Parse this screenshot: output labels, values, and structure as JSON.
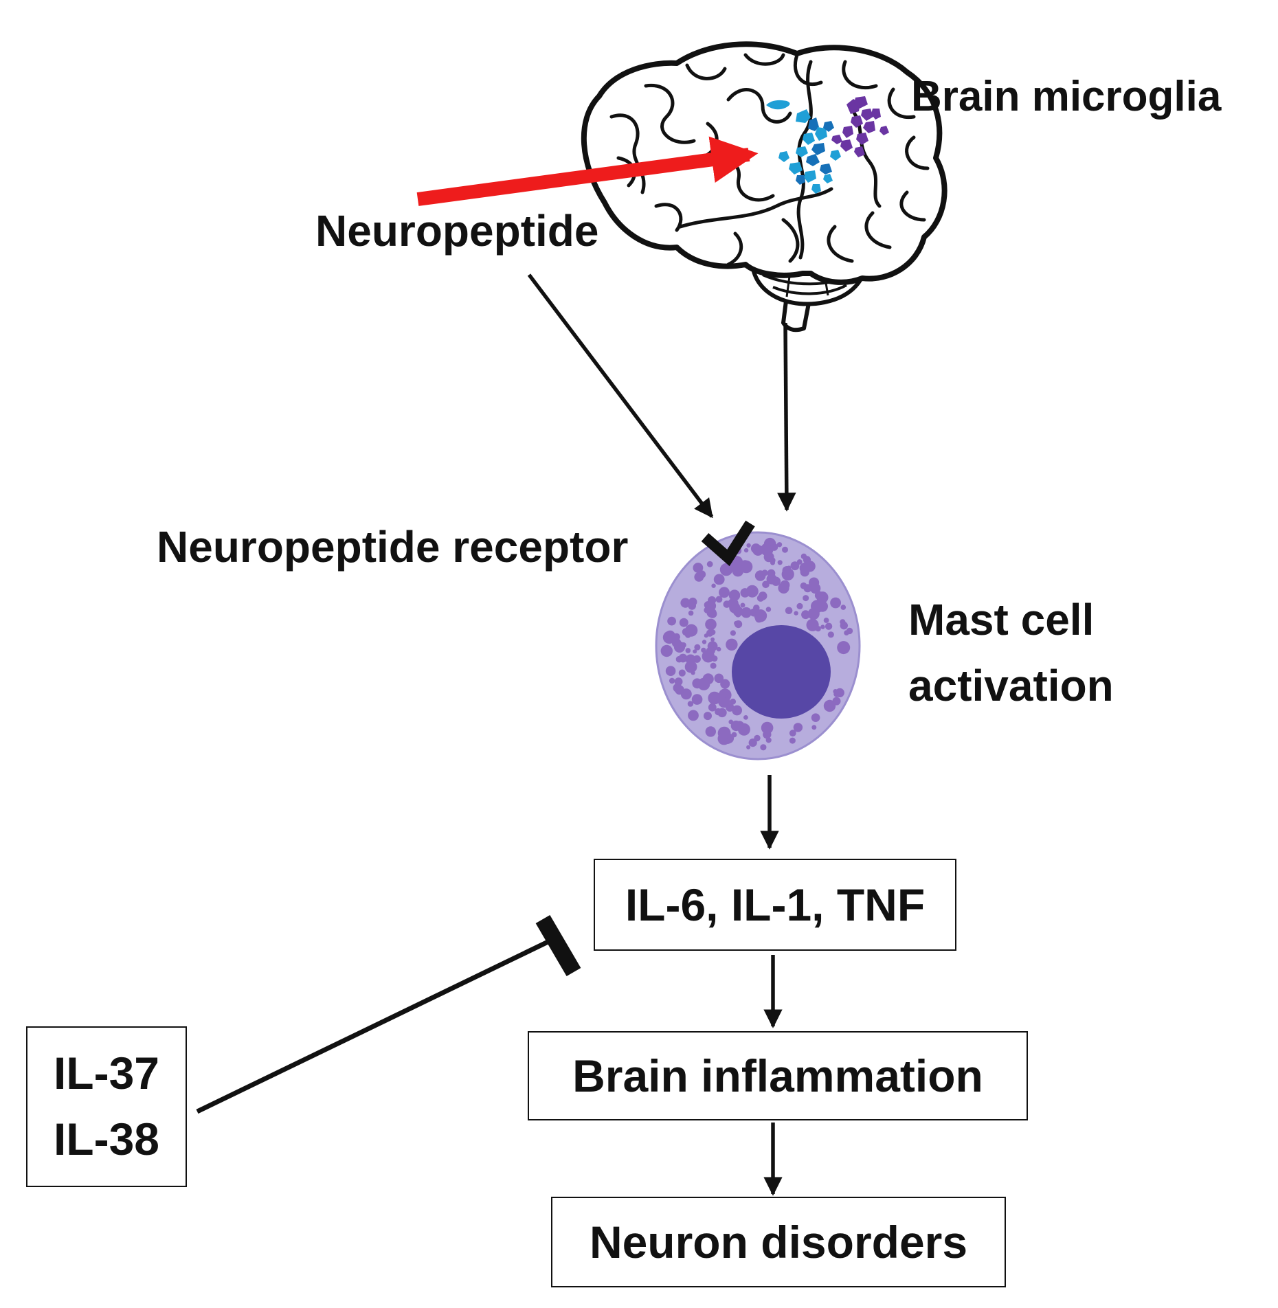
{
  "labels": {
    "brain_microglia": "Brain microglia",
    "neuropeptide": "Neuropeptide",
    "neuropeptide_receptor": "Neuropeptide receptor",
    "mast_cell_line1": "Mast cell",
    "mast_cell_line2": "activation"
  },
  "boxes": {
    "cytokines": "IL-6, IL-1, TNF",
    "brain_inflammation": "Brain inflammation",
    "neuron_disorders": "Neuron disorders",
    "inhibitors": [
      "IL-37",
      "IL-38"
    ]
  },
  "icons": [
    "brain-icon",
    "mast-cell-icon",
    "neuropeptide-receptor-icon"
  ],
  "colors": {
    "neuropeptide_arrow": "#ee1c1c",
    "microglia_blue": "#1f9fd6",
    "microglia_dark_blue": "#1670b8",
    "microglia_purple": "#6a35a2",
    "cell_cytoplasm": "#b7addd",
    "cell_granule": "#8c6ac0",
    "cell_nucleus": "#5747a6",
    "ink": "#111111"
  }
}
